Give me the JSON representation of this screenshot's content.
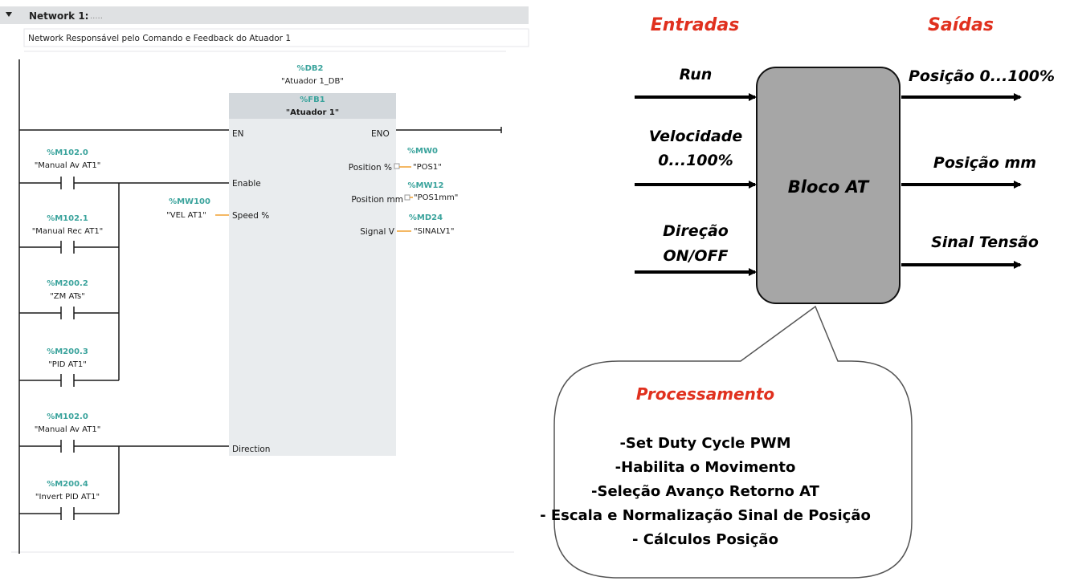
{
  "ladder": {
    "network_title": "Network 1:",
    "network_dots": ".....",
    "network_comment": "Network Responsável pelo Comando e Feedback do Atuador 1",
    "db_addr": "%DB2",
    "db_name": "\"Atuador 1_DB\"",
    "fb_addr": "%FB1",
    "fb_name": "\"Atuador 1\"",
    "pins": {
      "en": "EN",
      "eno": "ENO",
      "enable": "Enable",
      "speed": "Speed %",
      "direction": "Direction",
      "position_pct": "Position %",
      "position_mm": "Position mm",
      "signal_v": "Signal V"
    },
    "contacts": [
      {
        "addr": "%M102.0",
        "sym": "\"Manual Av AT1\""
      },
      {
        "addr": "%M102.1",
        "sym": "\"Manual Rec AT1\""
      },
      {
        "addr": "%M200.2",
        "sym": "\"ZM ATs\""
      },
      {
        "addr": "%M200.3",
        "sym": "\"PID AT1\""
      },
      {
        "addr": "%M102.0",
        "sym": "\"Manual Av AT1\""
      },
      {
        "addr": "%M200.4",
        "sym": "\"Invert PID AT1\""
      }
    ],
    "speed_in": {
      "addr": "%MW100",
      "sym": "\"VEL AT1\""
    },
    "outputs": [
      {
        "addr": "%MW0",
        "sym": "\"POS1\""
      },
      {
        "addr": "%MW12",
        "sym": "\"POS1mm\""
      },
      {
        "addr": "%MD24",
        "sym": "\"SINALV1\""
      }
    ]
  },
  "block_diagram": {
    "inputs_title": "Entradas",
    "outputs_title": "Saídas",
    "inputs": [
      {
        "line1": "Run",
        "line2": ""
      },
      {
        "line1": "Velocidade",
        "line2": "0...100%"
      },
      {
        "line1": "Direção",
        "line2": "ON/OFF"
      }
    ],
    "outputs": [
      "Posição 0...100%",
      "Posição mm",
      "Sinal Tensão"
    ],
    "block_label": "Bloco AT",
    "processing_title": "Processamento",
    "processing_items": [
      "-Set Duty Cycle PWM",
      "-Habilita o Movimento",
      "-Seleção Avanço Retorno AT",
      "- Escala e Normalização Sinal de Posição",
      "- Cálculos Posição"
    ],
    "colors": {
      "accent": "#e0301e",
      "block": "#a6a6a6",
      "ladder_addr": "#3aa39c",
      "wire_orange": "#f0a030"
    }
  }
}
